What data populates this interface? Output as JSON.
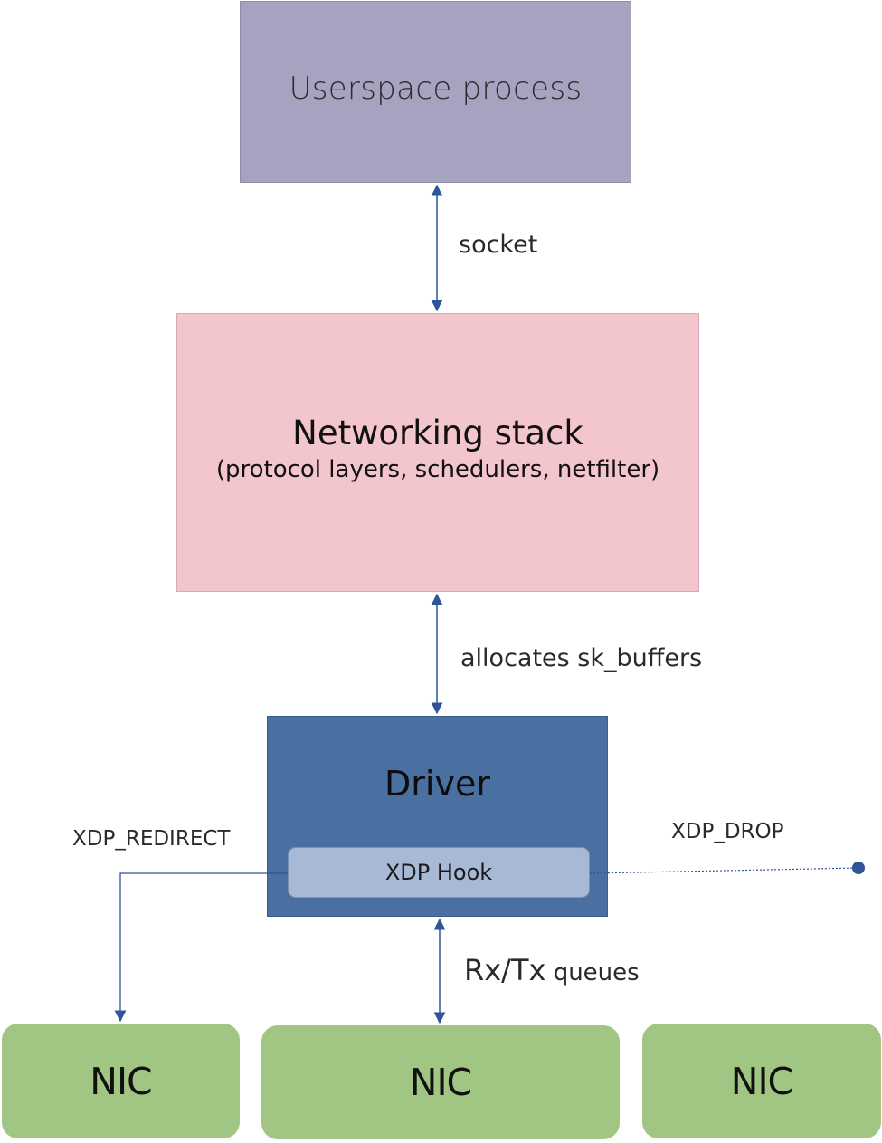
{
  "nodes": {
    "userspace": {
      "label": "Userspace process"
    },
    "networking_stack": {
      "title": "Networking stack",
      "subtitle": "(protocol layers, schedulers, netfilter)"
    },
    "driver": {
      "label": "Driver"
    },
    "xdp_hook": {
      "label": "XDP Hook"
    },
    "nics": [
      {
        "label": "NIC"
      },
      {
        "label": "NIC"
      },
      {
        "label": "NIC"
      }
    ]
  },
  "edges": {
    "socket": {
      "label": "socket"
    },
    "skbuff": {
      "label": "allocates sk_buffers"
    },
    "rxtx": {
      "label_main": "Rx/Tx",
      "label_suffix": " queues"
    },
    "redirect": {
      "label": "XDP_REDIRECT"
    },
    "drop": {
      "label": "XDP_DROP"
    }
  },
  "colors": {
    "userspace": "#a6a3c1",
    "networking_stack": "#f3c5cd",
    "driver": "#4a6fa1",
    "xdp_hook": "#a7b9d4",
    "nic": "#a1c683",
    "arrow": "#2f5597"
  }
}
